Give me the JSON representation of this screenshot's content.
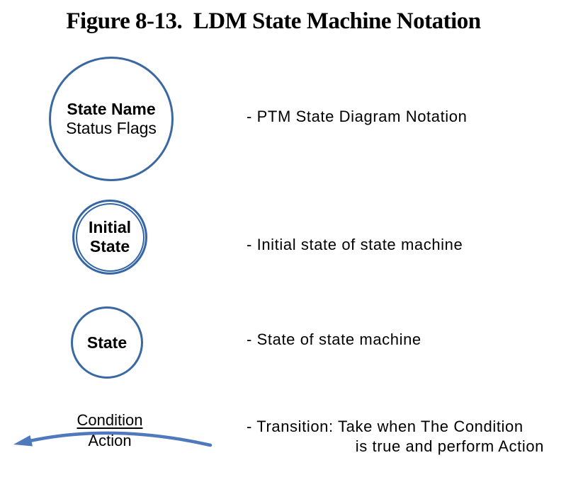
{
  "figure": {
    "title": "Figure 8-13.  LDM State Machine Notation"
  },
  "colors": {
    "background": "#FFFFFF",
    "text": "#000000",
    "circle_stroke": "#3A68A2",
    "double_circle_stroke": "#3465A4",
    "arrow": "#4E79BD"
  },
  "legend": [
    {
      "symbol": "state-name-circle",
      "symbol_line1": "State Name",
      "symbol_line2": "Status Flags",
      "description": "- PTM State Diagram Notation"
    },
    {
      "symbol": "initial-state-double-circle",
      "symbol_line1": "Initial",
      "symbol_line2": "State",
      "description": "- Initial state of state machine"
    },
    {
      "symbol": "state-circle",
      "symbol_line1": "State",
      "description": "- State of state machine"
    },
    {
      "symbol": "transition-arrow",
      "condition_label": "Condition",
      "action_label": "Action",
      "description_line1": "- Transition: Take when The Condition",
      "description_line2": "is true and perform Action"
    }
  ]
}
